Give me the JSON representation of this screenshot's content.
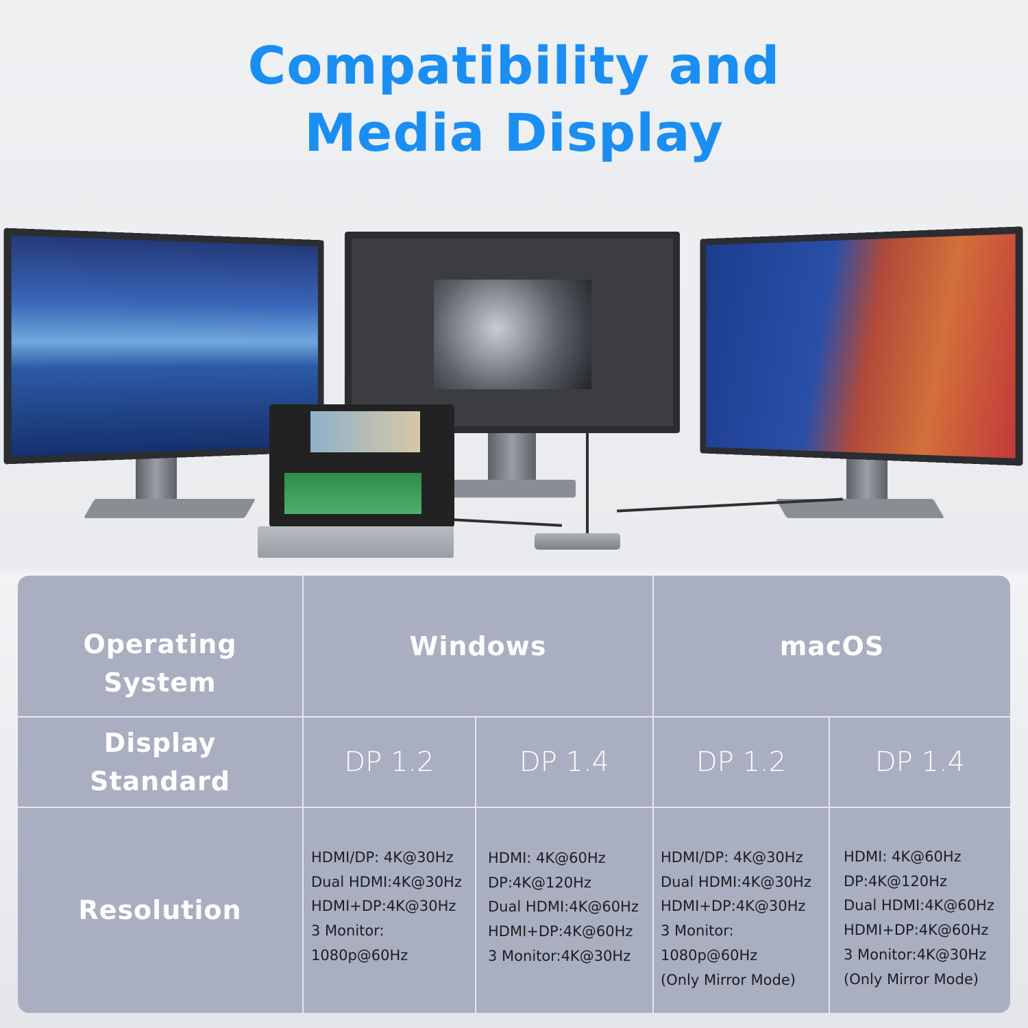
{
  "title": {
    "line1": "Compatibility and",
    "line2": "Media Display"
  },
  "colors": {
    "title": "#1a8ef2",
    "table_bg": "#a9afc0",
    "header_text": "#ffffff",
    "body_text": "#1b1d22"
  },
  "table": {
    "row_headers": {
      "os": [
        "Operating",
        "System"
      ],
      "standard": [
        "Display",
        "Standard"
      ],
      "resolution": "Resolution"
    },
    "os": {
      "windows": "Windows",
      "macos": "macOS"
    },
    "standards": [
      "DP 1.2",
      "DP 1.4",
      "DP 1.2",
      "DP 1.4"
    ],
    "resolutions": [
      [
        "HDMI/DP: 4K@30Hz",
        "Dual HDMI:4K@30Hz",
        "HDMI+DP:4K@30Hz",
        "3 Monitor:",
        "1080p@60Hz"
      ],
      [
        "HDMI: 4K@60Hz",
        "DP:4K@120Hz",
        "Dual HDMI:4K@60Hz",
        "HDMI+DP:4K@60Hz",
        "3 Monitor:4K@30Hz"
      ],
      [
        "HDMI/DP: 4K@30Hz",
        "Dual HDMI:4K@30Hz",
        "HDMI+DP:4K@30Hz",
        "3 Monitor:",
        "1080p@60Hz",
        "(Only Mirror Mode)"
      ],
      [
        "HDMI: 4K@60Hz",
        "DP:4K@120Hz",
        "Dual HDMI:4K@60Hz",
        "HDMI+DP:4K@60Hz",
        "3 Monitor:4K@30Hz",
        "(Only Mirror Mode)"
      ]
    ]
  }
}
